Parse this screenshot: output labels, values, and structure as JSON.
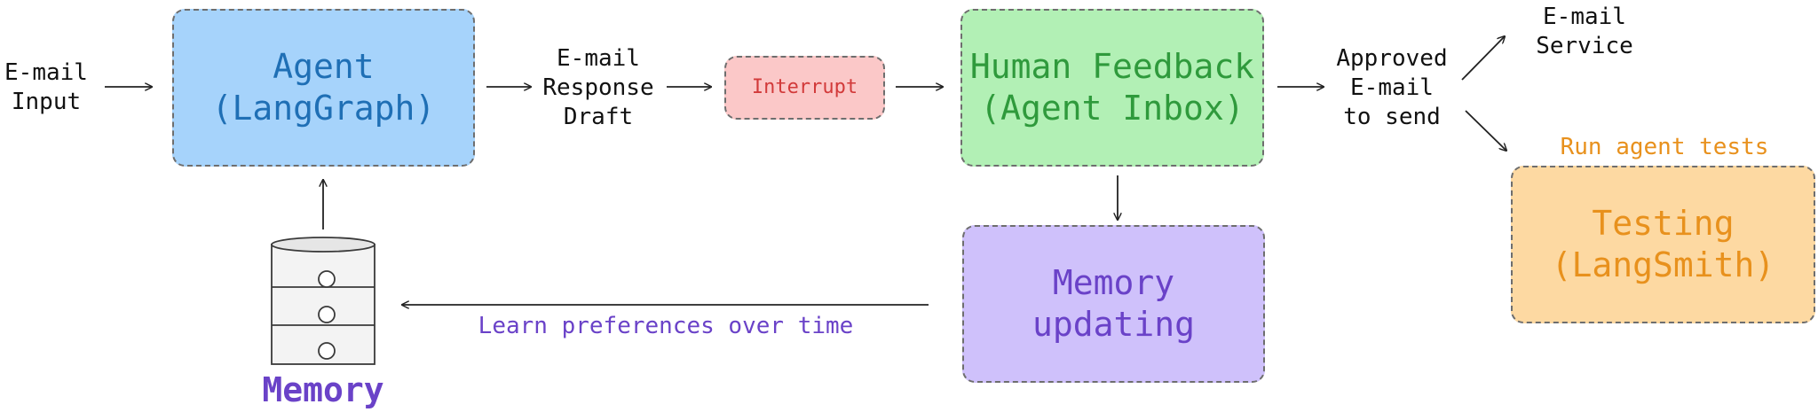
{
  "input_label": [
    "E-mail",
    "Input"
  ],
  "agent": {
    "line1": "Agent",
    "line2": "(LangGraph)"
  },
  "draft_label": [
    "E-mail",
    "Response",
    "Draft"
  ],
  "interrupt": "Interrupt",
  "feedback": {
    "line1": "Human Feedback",
    "line2": "(Agent Inbox)"
  },
  "approved_label": [
    "Approved",
    "E-mail",
    "to send"
  ],
  "email_service_label": [
    "E-mail",
    "Service"
  ],
  "run_tests_label": "Run agent tests",
  "testing": {
    "line1": "Testing",
    "line2": "(LangSmith)"
  },
  "memory_updating": {
    "line1": "Memory",
    "line2": "updating"
  },
  "learn_label": "Learn preferences over time",
  "memory_label": "Memory",
  "colors": {
    "agent_fill": "#a6d3fb",
    "agent_text": "#1f6fb5",
    "interrupt_fill": "#fbc8c8",
    "interrupt_text": "#d23a3a",
    "feedback_fill": "#b2f0b5",
    "feedback_text": "#2f9a3c",
    "memory_fill": "#cfc1fb",
    "memory_text": "#6a42c8",
    "testing_fill": "#fdd9a2",
    "testing_text": "#e8911d"
  }
}
